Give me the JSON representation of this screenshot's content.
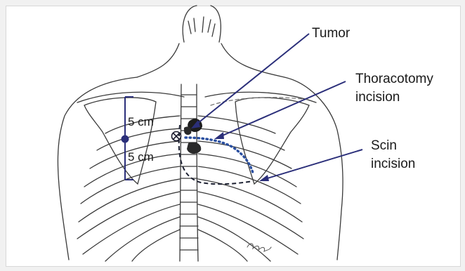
{
  "labels": {
    "tumor": "Tumor",
    "thoracotomy_line1": "Thoracotomy",
    "thoracotomy_line2": "incision",
    "skin_line1": "Scin",
    "skin_line2": "incision",
    "measure_upper": "5 cm",
    "measure_lower": "5 cm"
  },
  "colors": {
    "pointer": "#2b2f7a",
    "thoracotomy_dots": "#2a4fa0",
    "skin_dash": "#1e2233",
    "ruler": "#2b2f7a",
    "sketch": "#3a3a3a"
  },
  "signature": "Raja"
}
